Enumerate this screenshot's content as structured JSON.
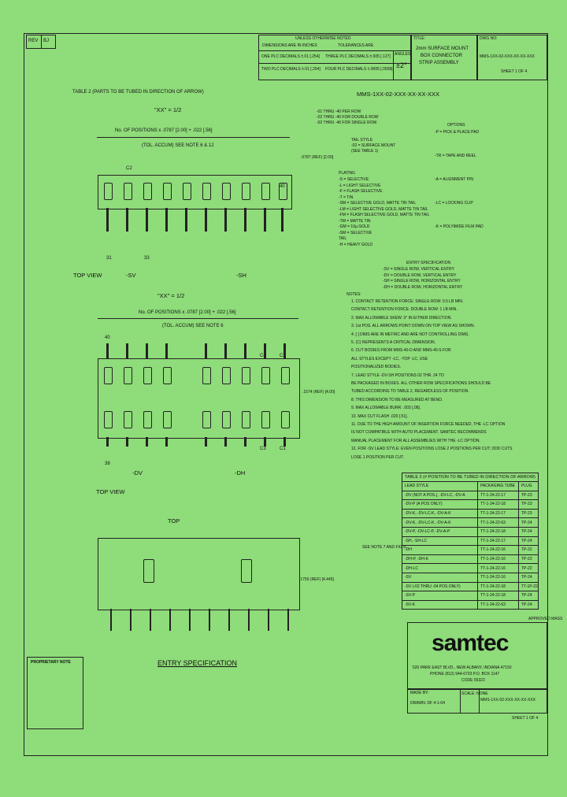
{
  "rev_box": {
    "label": "REV",
    "value": "BJ"
  },
  "tolerance": {
    "header": "UNLESS OTHERWISE NOTED",
    "dims": "DIMENSIONS ARE IN INCHES",
    "tol": "TOLERANCES ARE",
    "one": "ONE PLC DECIMALS ±.01 [.254]",
    "three": "THREE PLC DECIMALS ±.005 [.127]",
    "two": "TWO PLC DECIMALS ±.01 [.254]",
    "four": "FOUR PLC DECIMALS ±.0005 [.0508]",
    "angles_label": "ANGLES",
    "angles_value": "±2°"
  },
  "title_block": {
    "title_label": "TITLE:",
    "title_lines": [
      "2mm SURFACE MOUNT",
      "BOX CONNECTOR",
      "STRIP ASSEMBLY"
    ],
    "dwg_label": "DWG NO:",
    "dwg_no": "MMS-1XX-02-XXX-XX-XX-XXX",
    "sheet": "SHEET 1 OF 4"
  },
  "table_caption": "TABLE 2 (PARTS TO BE TUBED IN DIRECTION OF ARROW)",
  "part_number": "MMS-1XX-02-XXX-XX-XX-XXX",
  "pn_labels": {
    "rows": [
      "-01 THRU -40 PER ROW",
      "-02 THRU -40 FOR DOUBLE ROW",
      "-02 THRU -40 FOR SINGLE ROW"
    ],
    "tail": [
      "TAIL STYLE",
      "-02 = SURFACE MOUNT",
      "(SEE TABLE 1)"
    ],
    "plating_title": "PLATING",
    "plating": [
      "-S = SELECTIVE",
      "-L = LIGHT SELECTIVE",
      "-F = FLASH SELECTIVE",
      "-T = TIN",
      "-SM = SELECTIVE GOLD, MATTE TIN TAIL",
      "-LM = LIGHT SELECTIVE GOLD, MATTE TIN TAIL",
      "-FM = FLASH SELECTIVE GOLD, MATTE TIN TAIL",
      "-TM = MATTE TIN",
      "-GM = 10µ GOLD",
      "-SM = SELECTIVE",
      "TAIL",
      "-H = HEAVY GOLD"
    ],
    "options_title": "OPTIONS",
    "options": [
      "-P = PICK & PLACE PAD",
      "-TR = TAPE AND REEL",
      "-A = ALIGNMENT PIN",
      "-LC = LOCKING CLIP",
      "-K = POLYIMIDE FILM PAD"
    ],
    "entry_title": "ENTRY SPECIFICATION",
    "entry": [
      "-SV = SINGLE ROW, VERTICAL ENTRY",
      "-DV = DOUBLE ROW, VERTICAL ENTRY",
      "-SH = SINGLE ROW, HORIZONTAL ENTRY",
      "-DH = DOUBLE ROW, HORIZONTAL ENTRY"
    ]
  },
  "dim_top": {
    "xx_label": "\"XX\" = 1/2",
    "formula": "No. OF POSITIONS x .0787 [2.00] + .022 [.56]",
    "tol": "(TOL. ACCUM) SEE NOTE 6 & 12",
    "pitch": ".0787 (REF) [2.00]",
    "c2": "C2",
    "n40": "40",
    "n31": "31",
    "n33": "33",
    "view": "TOP VIEW",
    "sv": "-SV",
    "sh": "-SH"
  },
  "dim_mid": {
    "xx_label": "\"XX\" = 1/2",
    "formula": "No. OF POSITIONS x .0787 [2.00] + .022 [.56]",
    "tol": "(TOL. ACCUM) SEE NOTE 6",
    "n40": "40",
    "c4": "C4",
    "c2": "C2",
    "n38": "38",
    "c3": "C3",
    "c1": "C1",
    "height": ".1574 (REF) [4.00]",
    "view": "TOP VIEW",
    "dv": "-DV",
    "dh": "-DH"
  },
  "dim_bottom": {
    "top": "TOP",
    "height": ".1750 (REF) [4.445]",
    "entry": "ENTRY SPECIFICATION",
    "see_note": "SEE NOTE 7 AND FIG 8."
  },
  "notes": {
    "title": "NOTES:",
    "lines": [
      "1. CONTACT RETENTION FORCE: SINGLE ROW: 0.5 LB MIN.",
      "   CONTACT RETENTION FORCE: DOUBLE ROW: 1 LB MIN.",
      "2. MAX ALLOWABLE SKEW: 3° IN EITHER DIRECTION.",
      "3. 1st POS. ALL ARROWS POINT DOWN ON TOP VIEW AS SHOWN.",
      "4. [ ] DIMS ARE IN METRIC AND ARE NOT CONTROLLING DIMS.",
      "5. (C) REPRESENTS A CRITICAL DIMENSION.",
      "6. CUT BODIES FROM MMS-40-D AND MMS-40-S FOR",
      "   ALL STYLES EXCEPT -LC, -TOP -LC, USE",
      "   POSITIONALIZED BODIES.",
      "7. LEAD STYLE -DV-SH POSITIONS 02 THR. 24 TO",
      "   BE PACKAGED IN BOXES. ALL OTHER ROW SPECIFICATIONS SHOULD BE",
      "   TUBED ACCORDING TO TABLE 2, REGARDLESS OF POSITION.",
      "8. THIS DIMENSION TO BE MEASURED AT BEND.",
      "9. MAX ALLOWABLE BURR: .003 [.08].",
      "10. MAX CUT FLASH .020 [.51].",
      "11. DUE TO THE HIGH AMOUNT OF INSERTION FORCE NEEDED, THE -LC OPTION",
      "    IS NOT COMPATIBLE WITH AUTO PLACEMENT. SAMTEC RECOMMENDS",
      "    MANUAL PLACEMENT FOR ALL ASSEMBLIES WITH THE -LC OPTION.",
      "12. FOR -SV LEAD STYLE: EVEN POSITIONS LOSE 2 POSITIONS PER CUT; ODD CUTS",
      "    LOSE 1 POSITION PER CUT."
    ]
  },
  "pack_table": {
    "title": "TABLE 2 (# POSITION TO BE TUBED IN DIRECTION OF ARROW)",
    "headers": [
      "LEAD STYLE",
      "PACKAGING TUBE",
      "PLUG"
    ],
    "rows": [
      [
        "-DV (NOT A POS.), -DV-LC, -DV-A",
        "TT-1-24-22-17",
        "TP-23"
      ],
      [
        "-DV-P (A POS ONLY)",
        "TT-1-24-22-18",
        "TP-23"
      ],
      [
        "-DV-K, -DV-LC-K, -DV-A-K",
        "TT-1-24-22-17",
        "TP-23"
      ],
      [
        "-DV-K, -DV-LC-K, -DV-A-K",
        "TT-1-24-22-63",
        "TP-24"
      ],
      [
        "-DV-P, -DV-LC-P, -DV-A-P",
        "TT-1-24-22-18",
        "TP-24"
      ],
      [
        "-SH, -SH-LC",
        "TT-1-24-22-17",
        "TP-24"
      ],
      [
        "-DH",
        "TT-1-24-22-16",
        "TP-22"
      ],
      [
        "-DH-P, -DH-K",
        "TT-1-24-22-16",
        "TP-22"
      ],
      [
        "-DH-LC",
        "TT-1-24-22-16",
        "TP-22"
      ],
      [
        "-SV",
        "TT-1-24-22-16",
        "TP-24"
      ],
      [
        "-SV (-02 THRU -04 POS ONLY)",
        "TT-1-24-22-18",
        "TT-1P-22"
      ],
      [
        "-SV-P",
        "TT-1-24-22-18",
        "TP-24"
      ],
      [
        "-SV-K",
        "TT-1-24-22-63",
        "TP-24"
      ]
    ]
  },
  "company": {
    "logo": "samtec",
    "addr1": "520 PARK EAST BLVD., NEW ALBANY, INDIANA 47150",
    "addr2": "PHONE (812) 944-6733  P.O. BOX 1147",
    "code": "CODE 55322"
  },
  "footer": {
    "made_by": "MADE BY:",
    "creator": "DRAWN: DF 4-1-04",
    "scale_label": "SCALE: NONE",
    "dwg": "MMS-1XX-02-XXX-XX-XX-XXX",
    "sheet": "SHEET 1 OF 4"
  },
  "proprietary": "PROPRIETARY NOTE",
  "approved": "APPROVED\nMASS"
}
